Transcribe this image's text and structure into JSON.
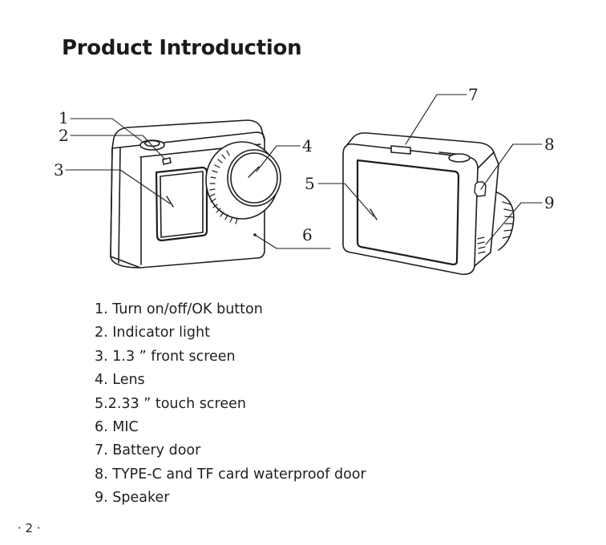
{
  "page": {
    "title": "Product Introduction",
    "page_number": "· 2 ·"
  },
  "diagram": {
    "callouts": [
      "1",
      "2",
      "3",
      "4",
      "5",
      "6",
      "7",
      "8",
      "9"
    ]
  },
  "components": [
    "1. Turn on/off/OK button",
    "2. Indicator light",
    "3. 1.3 ” front screen",
    "4. Lens",
    "5.2.33 ” touch screen",
    "6. MIC",
    "7. Battery door",
    "8. TYPE-C and TF card waterproof door",
    "9. Speaker"
  ]
}
